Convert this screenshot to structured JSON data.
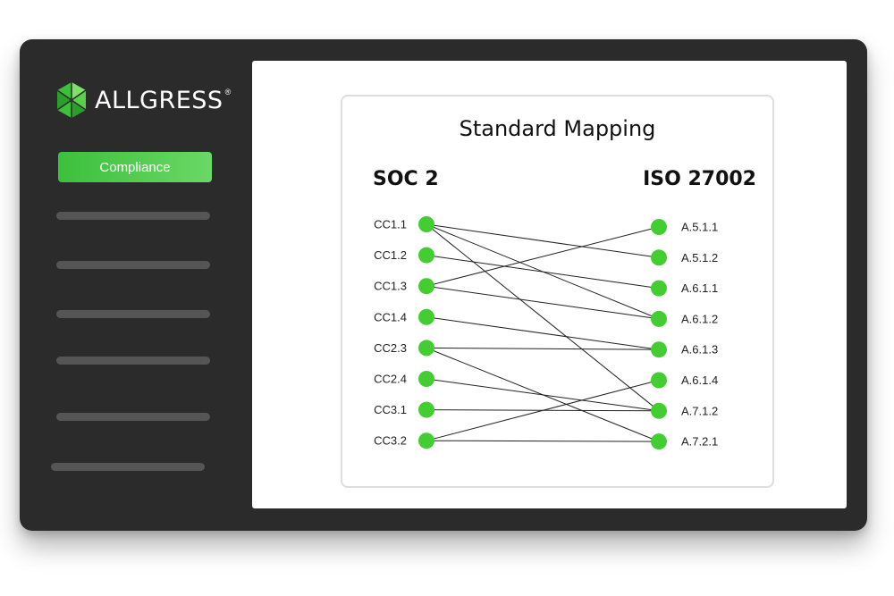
{
  "sidebar": {
    "logo_text": "ALLGRESS",
    "logo_mark": "®",
    "logo_icon": "allgress-hexagon-logo",
    "active_item": "Compliance",
    "accent_color": "#3cc03c",
    "placeholder_items": 6
  },
  "diagram": {
    "title": "Standard Mapping",
    "left_header": "SOC 2",
    "right_header": "ISO 27002",
    "node_color": "#44cc33",
    "left_nodes": [
      "CC1.1",
      "CC1.2",
      "CC1.3",
      "CC1.4",
      "CC2.3",
      "CC2.4",
      "CC3.1",
      "CC3.2"
    ],
    "right_nodes": [
      "A.5.1.1",
      "A.5.1.2",
      "A.6.1.1",
      "A.6.1.2",
      "A.6.1.3",
      "A.6.1.4",
      "A.7.1.2",
      "A.7.2.1"
    ],
    "links": [
      [
        "CC1.1",
        "A.5.1.2"
      ],
      [
        "CC1.1",
        "A.6.1.2"
      ],
      [
        "CC1.1",
        "A.7.1.2"
      ],
      [
        "CC1.2",
        "A.6.1.1"
      ],
      [
        "CC1.3",
        "A.5.1.1"
      ],
      [
        "CC1.3",
        "A.6.1.2"
      ],
      [
        "CC1.4",
        "A.6.1.3"
      ],
      [
        "CC2.3",
        "A.6.1.3"
      ],
      [
        "CC2.3",
        "A.7.2.1"
      ],
      [
        "CC2.4",
        "A.7.1.2"
      ],
      [
        "CC3.1",
        "A.7.1.2"
      ],
      [
        "CC3.2",
        "A.6.1.4"
      ],
      [
        "CC3.2",
        "A.7.2.1"
      ]
    ]
  }
}
